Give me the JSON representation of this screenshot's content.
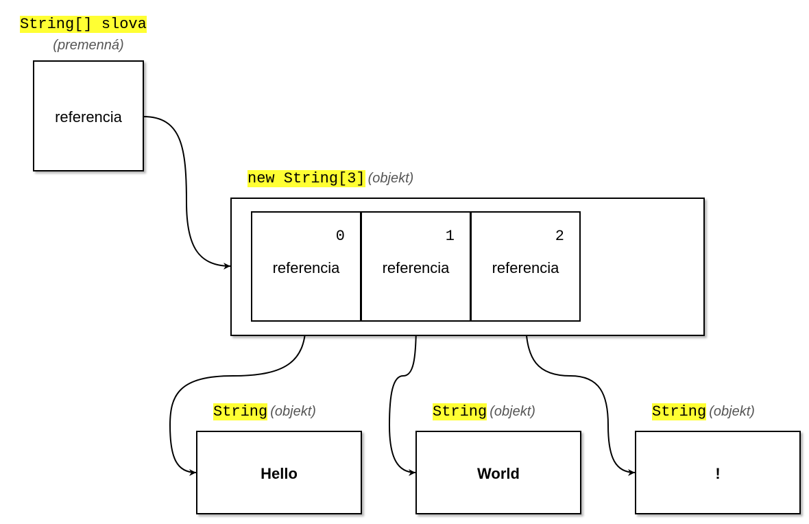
{
  "variable": {
    "declaration": "String[] slova",
    "kind": "(premenná)",
    "content": "referencia"
  },
  "array_object": {
    "expression": "new String[3]",
    "kind": "(objekt)",
    "cells": [
      {
        "index": "0",
        "content": "referencia"
      },
      {
        "index": "1",
        "content": "referencia"
      },
      {
        "index": "2",
        "content": "referencia"
      }
    ]
  },
  "string_objects": [
    {
      "type": "String",
      "kind": "(objekt)",
      "value": "Hello"
    },
    {
      "type": "String",
      "kind": "(objekt)",
      "value": "World"
    },
    {
      "type": "String",
      "kind": "(objekt)",
      "value": "!"
    }
  ]
}
